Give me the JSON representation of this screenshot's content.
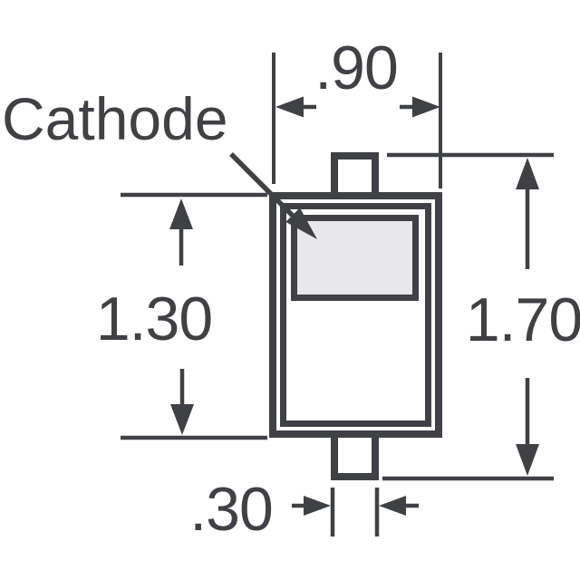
{
  "diagram": {
    "kind": "component-package-dimension-drawing",
    "labels": {
      "cathode": "Cathode",
      "width": ".90",
      "body_height": "1.30",
      "overall_height": "1.70",
      "lead_width": ".30"
    },
    "colors": {
      "stroke": "#3f4144",
      "cathode_band_fill": "#e8e8ea",
      "body_fill": "#ffffff",
      "background": "#ffffff"
    }
  }
}
